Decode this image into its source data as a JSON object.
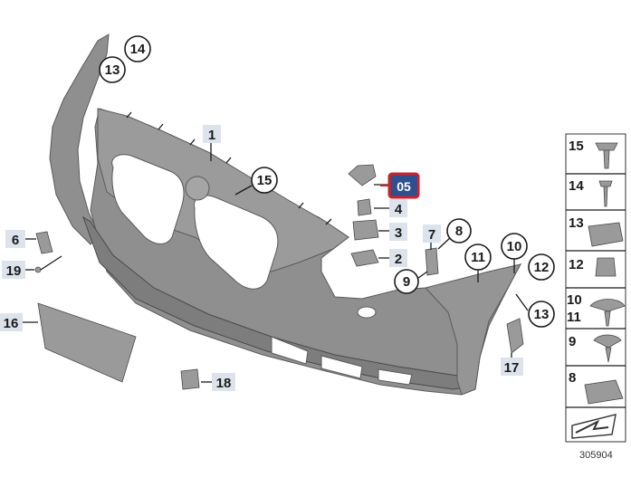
{
  "callouts": {
    "c1": "1",
    "c2": "2",
    "c3": "3",
    "c4": "4",
    "c6": "6",
    "c7": "7",
    "c8": "8",
    "c9": "9",
    "c10": "10",
    "c11": "11",
    "c12": "12",
    "c13a": "13",
    "c13b": "13",
    "c14": "14",
    "c15": "15",
    "c16": "16",
    "c17": "17",
    "c18": "18",
    "c19": "19"
  },
  "highlight": {
    "label": "05",
    "color": "#2f4f8f",
    "border": "#d0202a"
  },
  "parts_panel": {
    "rows": [
      "15",
      "14",
      "13",
      "12",
      "10",
      "11",
      "9",
      "8"
    ]
  },
  "diagram_number": "305904",
  "colors": {
    "part": "#8f8f8f",
    "label_bg": "#dde3ec"
  }
}
